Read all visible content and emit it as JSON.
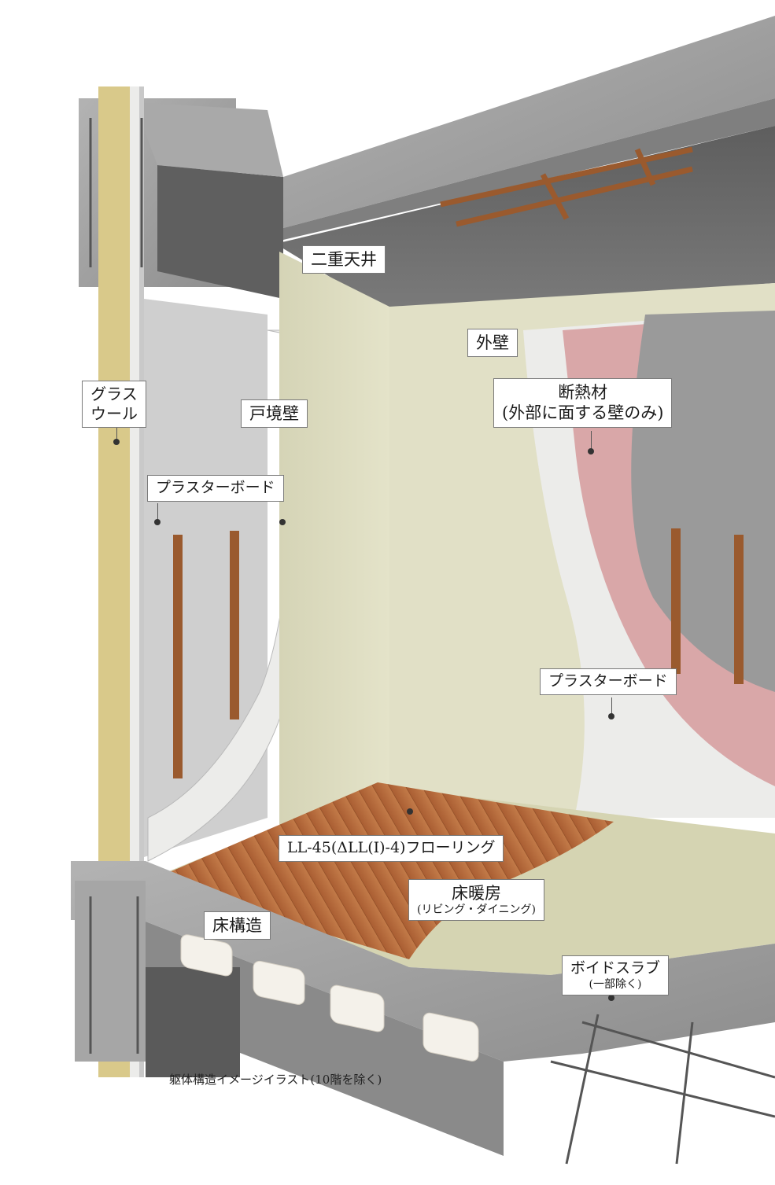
{
  "labels": {
    "double_ceiling": "二重天井",
    "exterior_wall": "外壁",
    "insulation_line1": "断熱材",
    "insulation_line2": "(外部に面する壁のみ)",
    "glass_wool_line1": "グラス",
    "glass_wool_line2": "ウール",
    "party_wall": "戸境壁",
    "plaster_board_left": "プラスターボード",
    "plaster_board_right": "プラスターボード",
    "flooring": "LL-45(ΔLL(I)-4)フローリング",
    "floor_heating_line1": "床暖房",
    "floor_heating_line2": "(リビング・ダイニング)",
    "floor_structure": "床構造",
    "void_slab_line1": "ボイドスラブ",
    "void_slab_line2": "(一部除く)"
  },
  "caption": "躯体構造イメージイラスト(10階を除く)",
  "colors": {
    "concrete": "#9c9c9c",
    "ceiling": "#6b6b6b",
    "room_wall": "#dcdcbf",
    "plaster_board": "#ececea",
    "insulation": "#d9a7a8",
    "flooring": "#b5673a",
    "floor_heating": "#d5d4b2",
    "glass_wool": "#d9c98a",
    "stud": "#9a5a2e"
  }
}
